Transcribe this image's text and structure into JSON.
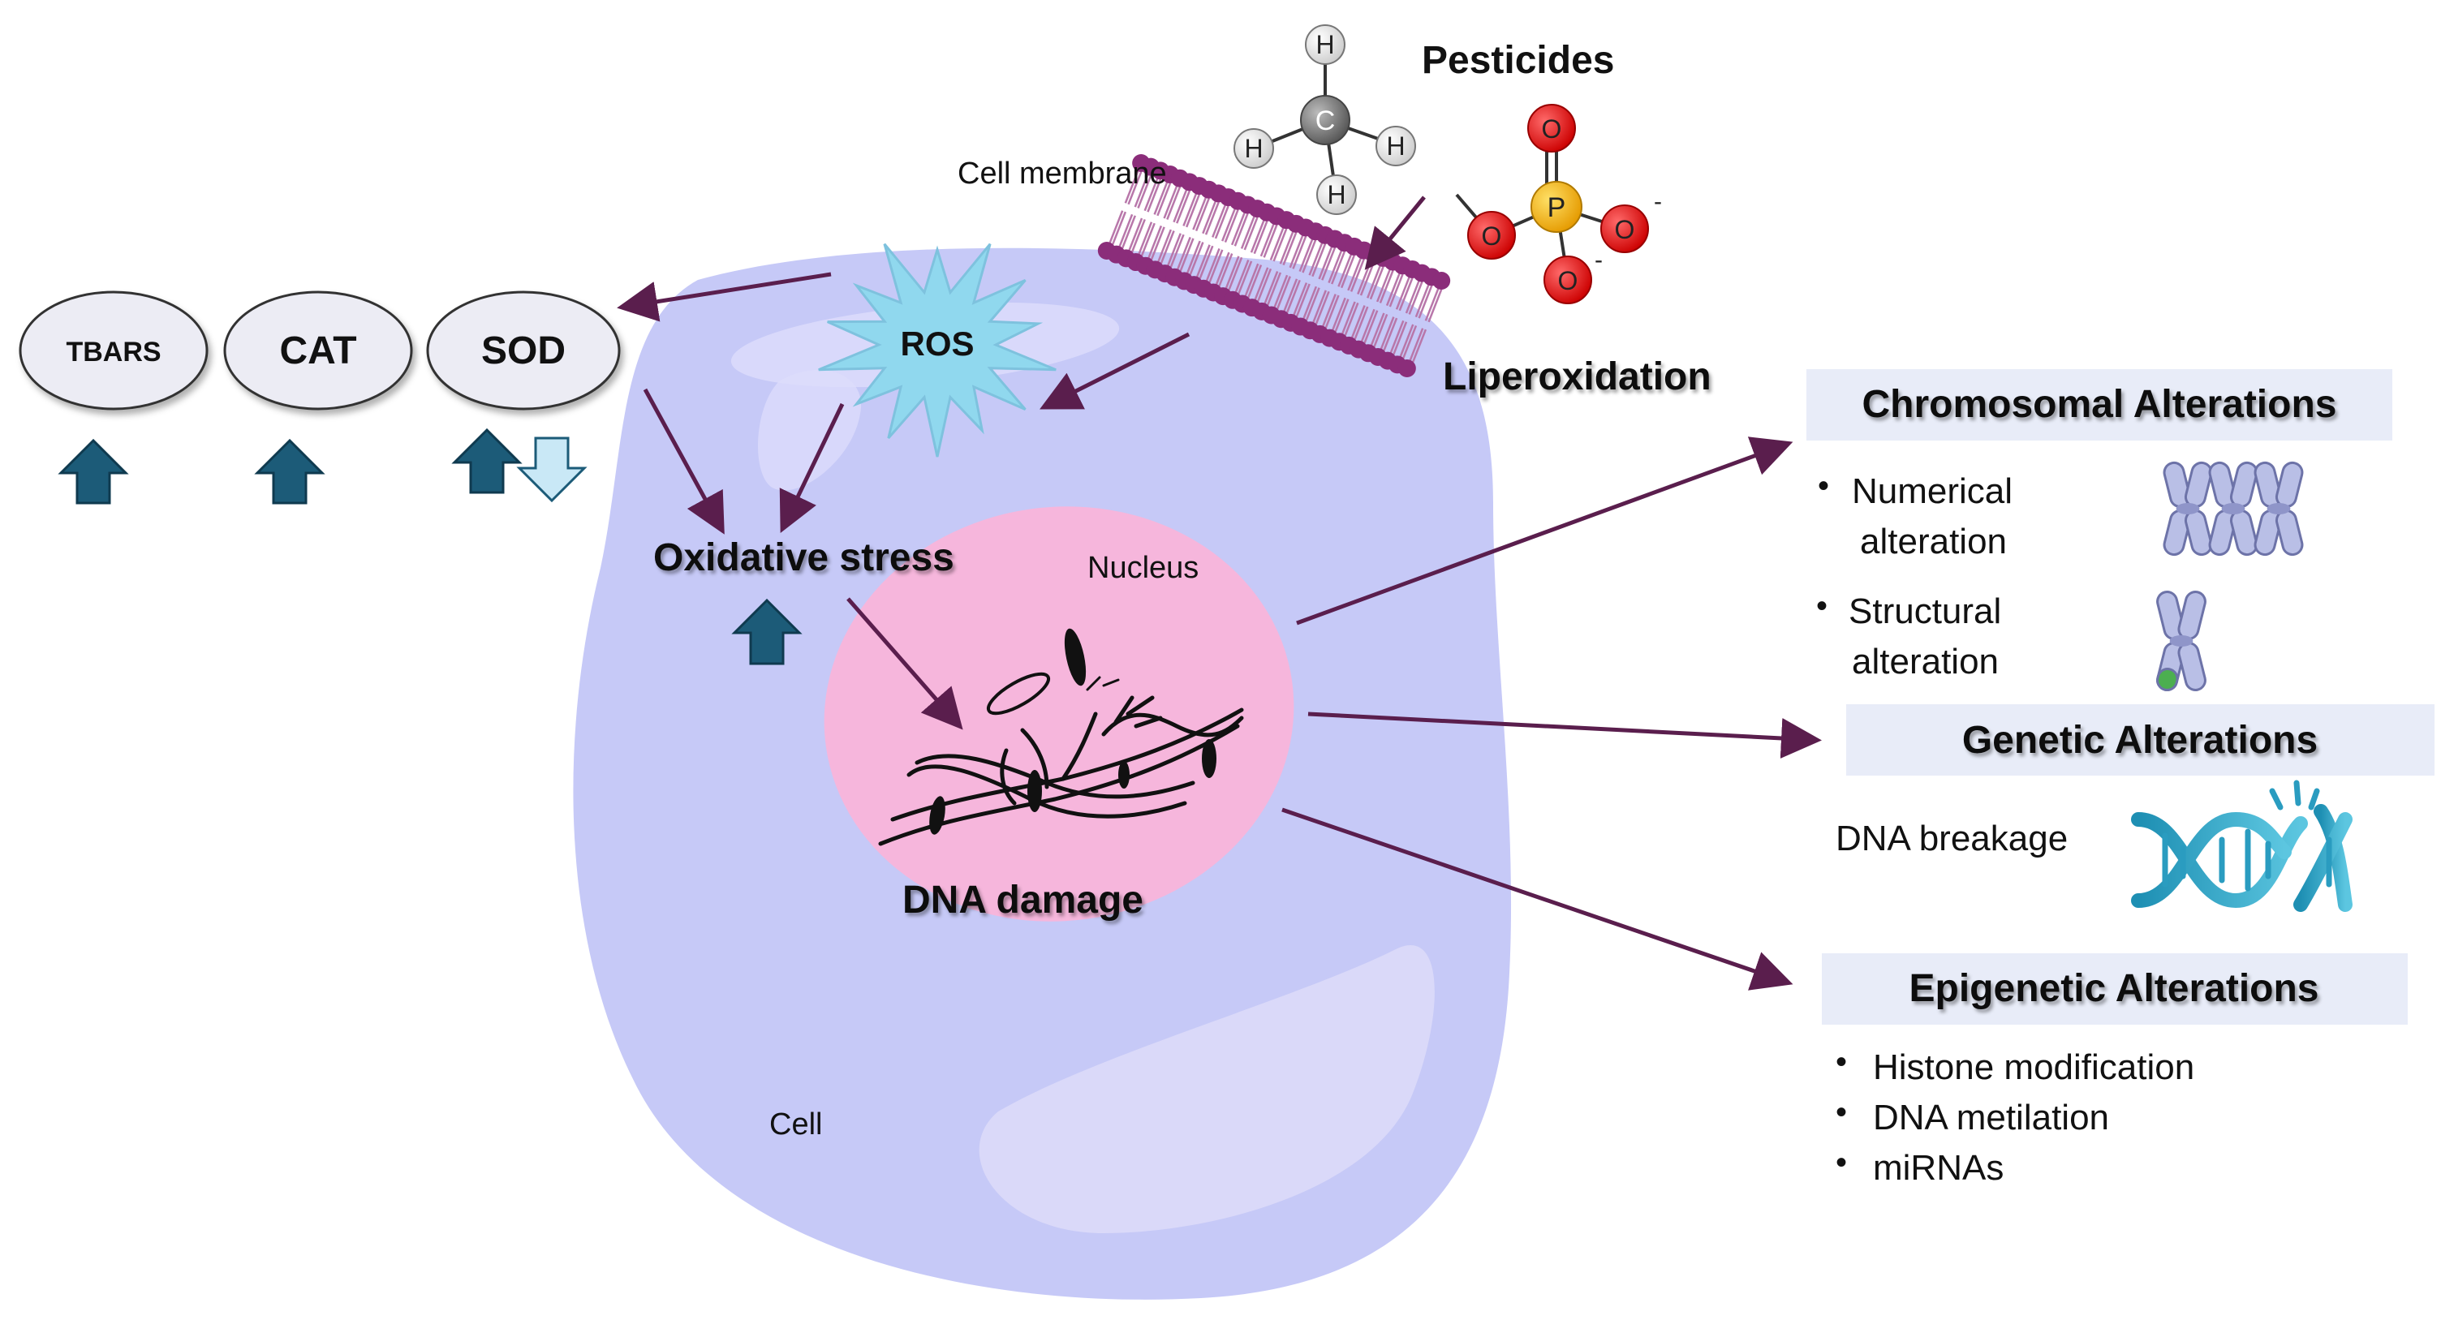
{
  "diagram": {
    "labels": {
      "pesticides": "Pesticides",
      "cell_membrane": "Cell membrane",
      "liperoxidation": "Liperoxidation",
      "ros": "ROS",
      "oxidative_stress": "Oxidative stress",
      "nucleus": "Nucleus",
      "dna_damage": "DNA damage",
      "cell": "Cell"
    },
    "markers": [
      {
        "id": "tbars",
        "label": "TBARS",
        "trend": "up"
      },
      {
        "id": "cat",
        "label": "CAT",
        "trend": "up"
      },
      {
        "id": "sod",
        "label": "SOD",
        "trend": "up-down"
      }
    ],
    "molecules": {
      "methyl": {
        "center": "C",
        "atoms": [
          "H",
          "H",
          "H",
          "H"
        ]
      },
      "phosphate": {
        "center": "P",
        "atoms": [
          "O",
          "O",
          "O",
          "O"
        ],
        "charge": "-"
      }
    },
    "alterations": {
      "chromosomal": {
        "title": "Chromosomal Alterations",
        "items": [
          {
            "line1": "Numerical",
            "line2": "alteration"
          },
          {
            "line1": "Structural",
            "line2": "alteration"
          }
        ]
      },
      "genetic": {
        "title": "Genetic Alterations",
        "item": "DNA breakage"
      },
      "epigenetic": {
        "title": "Epigenetic Alterations",
        "items": [
          "Histone modification",
          "DNA metilation",
          "miRNAs"
        ]
      }
    },
    "bullet": "•",
    "colors": {
      "cell": "#c6c9f7",
      "nucleus": "#f6b6dc",
      "ros": "#90d8ee",
      "arrow": "#5a1e4d",
      "up_arrow": "#1c5b78",
      "down_arrow": "#c9e8f6",
      "membrane": "#8b2d7a",
      "box_bg": "#e8ecf8",
      "oxygen": "#ee1111",
      "phosphorus": "#f5b400"
    }
  }
}
